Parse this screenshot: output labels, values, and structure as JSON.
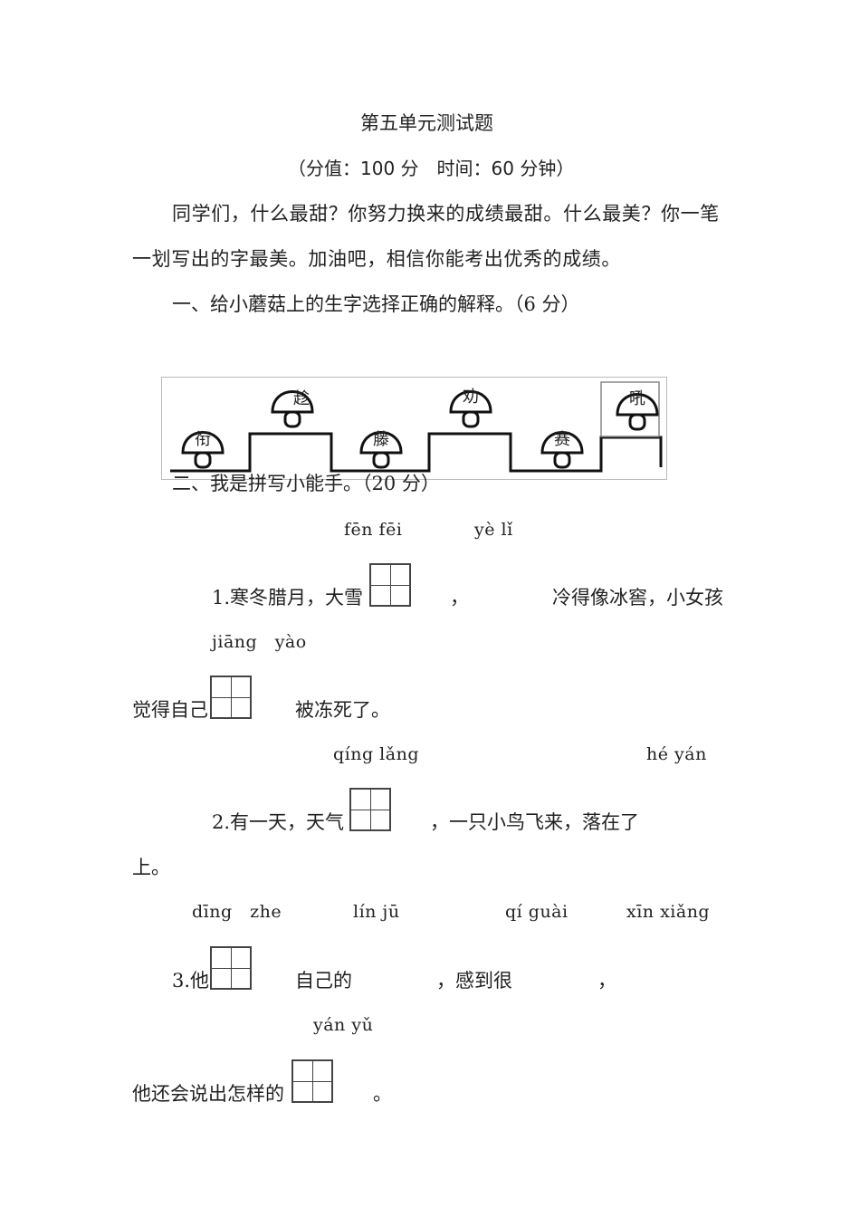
{
  "title": "第五单元测试题",
  "subtitle": "（分值：100 分　时间：60 分钟）",
  "intro": {
    "line1": "同学们，什么最甜？你努力换来的成绩最甜。什么最美？你一笔",
    "line2": "一划写出的字最美。加油吧，相信你能考出优秀的成绩。"
  },
  "section1": {
    "heading": "一、给小蘑菇上的生字选择正确的解释。（6 分）",
    "mushrooms": [
      "衔",
      "趁",
      "藤",
      "劝",
      "赛",
      "吼"
    ]
  },
  "section2": {
    "heading": "二、我是拼写小能手。（20 分）",
    "q1": {
      "pinyin_a": "fēn fēi",
      "pinyin_b": "yè lǐ",
      "text_a": "1.寒冬腊月，大雪",
      "comma": "，",
      "text_b": "冷得像冰窖，小女孩",
      "pinyin_c": "jiāng　yào",
      "text_c": "觉得自己",
      "text_d": "被冻死了。"
    },
    "q2": {
      "pinyin_a": "qíng lǎng",
      "pinyin_b": "hé yán",
      "text_a": "2.有一天，天气",
      "text_b": "，一只小鸟飞来，落在了",
      "text_c": "上。"
    },
    "q3": {
      "pinyin_a": "dīng　zhe",
      "pinyin_b": "lín jū",
      "pinyin_c": "qí guài",
      "pinyin_d": "xīn xiǎng",
      "text_a": "3.他",
      "text_b": "自己的",
      "text_c": "，感到很",
      "comma": "，",
      "pinyin_e": "yán yǔ",
      "text_d": "他还会说出怎样的",
      "period": "。"
    }
  }
}
